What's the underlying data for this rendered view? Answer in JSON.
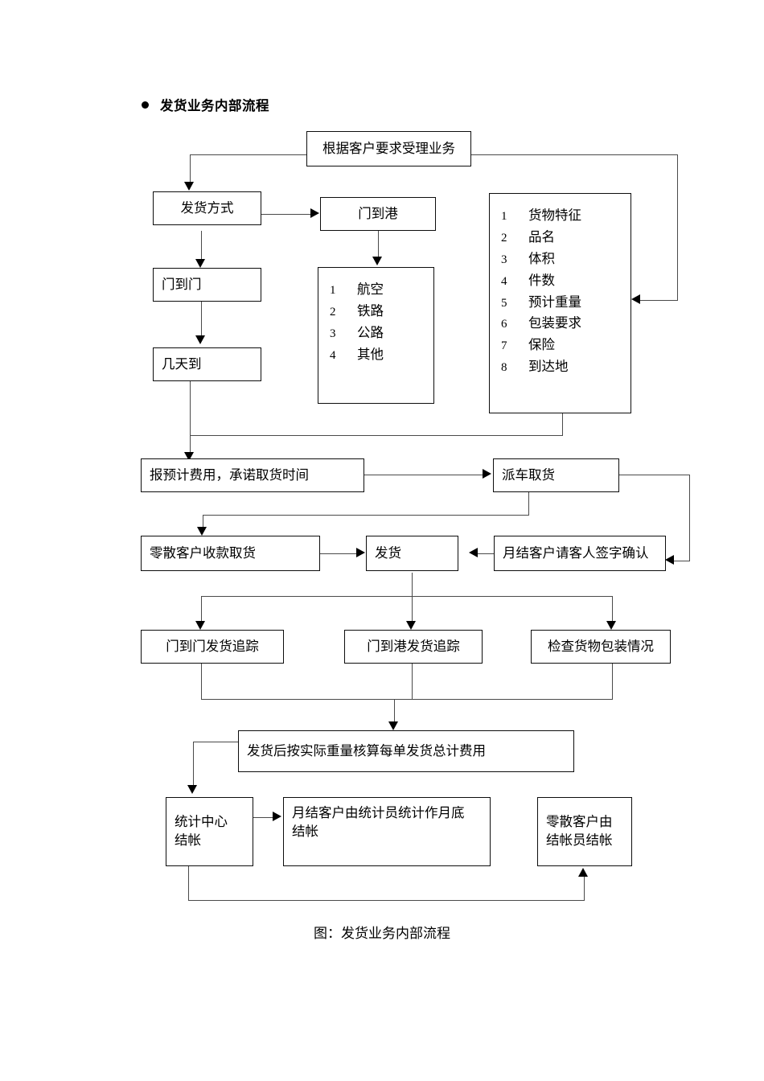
{
  "heading": {
    "bullet_icon": "bullet-dot",
    "text": "发货业务内部流程"
  },
  "caption": "图：发货业务内部流程",
  "nodes": {
    "accept_business": "根据客户要求受理业务",
    "shipping_method": "发货方式",
    "door_to_port": "门到港",
    "door_to_door": "门到门",
    "days_to_arrive": "几天到",
    "quote_and_promise": "报预计费用，承诺取货时间",
    "dispatch_pickup": "派车取货",
    "retail_customer_collect": "零散客户收款取货",
    "ship_goods": "发货",
    "monthly_customer_sign": "月结客户请客人签字确认",
    "track_door_to_door": "门到门发货追踪",
    "track_door_to_port": "门到港发货追踪",
    "check_packaging": "检查货物包装情况",
    "calculate_total_fee": "发货后按实际重量核算每单发货总计费用",
    "statistics_center_settle": "统计中心\n结帐",
    "monthly_settle": "月结客户由统计员统计作月底\n结帐",
    "retail_settle": "零散客户由\n结帐员结帐"
  },
  "transport_list": {
    "items": [
      {
        "num": "1",
        "label": "航空"
      },
      {
        "num": "2",
        "label": "铁路"
      },
      {
        "num": "3",
        "label": "公路"
      },
      {
        "num": "4",
        "label": "其他"
      }
    ]
  },
  "cargo_list": {
    "items": [
      {
        "num": "1",
        "label": "货物特征"
      },
      {
        "num": "2",
        "label": "品名"
      },
      {
        "num": "3",
        "label": "体积"
      },
      {
        "num": "4",
        "label": "件数"
      },
      {
        "num": "5",
        "label": "预计重量"
      },
      {
        "num": "6",
        "label": "包装要求"
      },
      {
        "num": "7",
        "label": "保险"
      },
      {
        "num": "8",
        "label": "到达地"
      }
    ]
  },
  "colors": {
    "line": "#4a4a4a",
    "border": "#0d0d0d",
    "background": "#ffffff",
    "text": "#000000"
  }
}
